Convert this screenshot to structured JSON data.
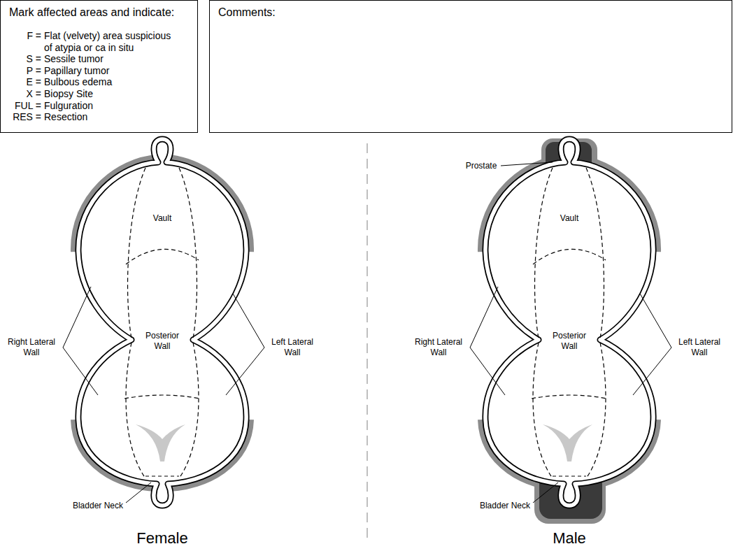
{
  "diagram": {
    "nodes": [
      {
        "text": [
          "Mark affected areas and indicate:",
          "F =",
          "Flat (velvety) area suspicious of atypia or ca in situ",
          "S =",
          "Sessile tumor",
          "P =",
          "Papillary tumor",
          "E =",
          "Bulbous edema",
          "X =",
          "Biopsy Site",
          "FUL =",
          "Fulguration",
          "RES =",
          "Resection"
        ]
      },
      {
        "text": [
          "Comments:"
        ]
      }
    ],
    "labels": [
      "Vault",
      "Posterior Wall",
      "Right Lateral Wall",
      "Left Lateral Wall",
      "Bladder Neck",
      "Female",
      "Prostate",
      "Vault",
      "Posterior Wall",
      "Right Lateral Wall",
      "Left Lateral Wall",
      "Bladder Neck",
      "Male"
    ]
  }
}
